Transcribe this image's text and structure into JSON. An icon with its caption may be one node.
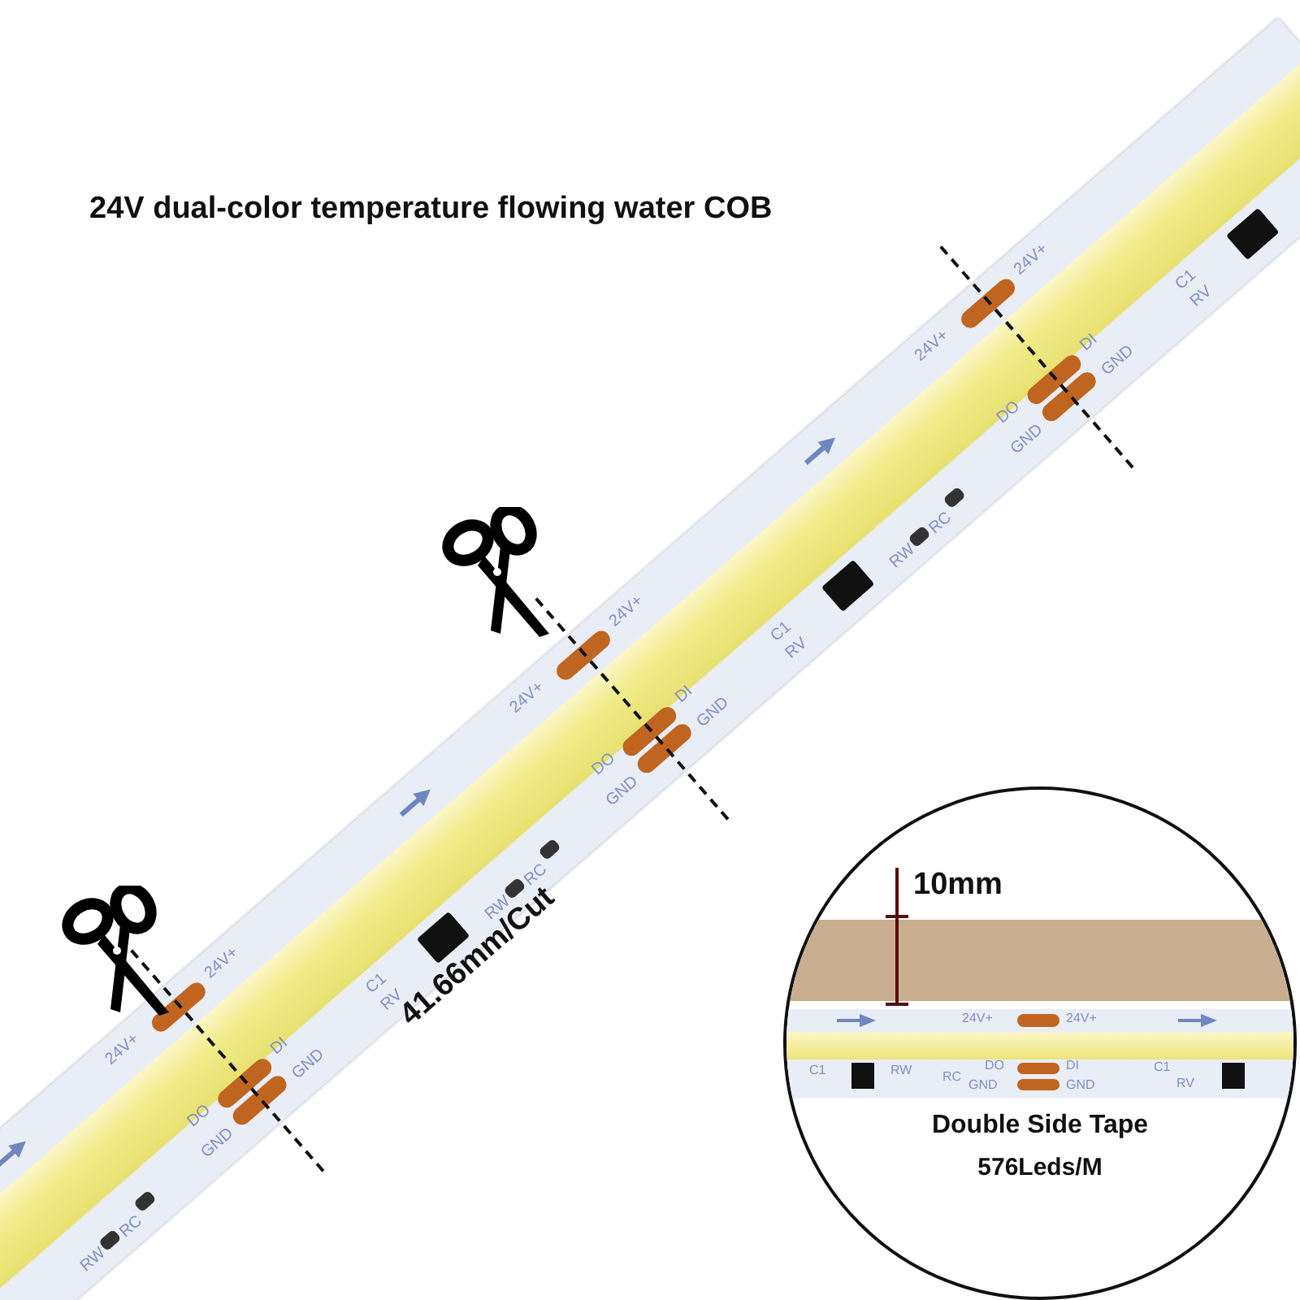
{
  "diagram": {
    "title": "24V dual-color temperature flowing water COB",
    "nodes": [
      {
        "text": [
          "Double Side Tape",
          "576Leds/M"
        ]
      }
    ],
    "labels": [
      "41.66mm/Cut",
      "10mm",
      "24V+",
      "24V+",
      "DO",
      "DI",
      "GND",
      "GND",
      "RW",
      "RC",
      "C1",
      "RV",
      "24V+",
      "24V+",
      "DO",
      "DI",
      "GND",
      "GND",
      "RW",
      "RC",
      "C1",
      "RV",
      "24V+",
      "24V+",
      "DO",
      "DI",
      "GND",
      "GND",
      "RW",
      "RC",
      "C1",
      "RV",
      "24V+",
      "24V+",
      "C1",
      "RW",
      "RC",
      "DO",
      "DI",
      "GND",
      "GND",
      "C1",
      "RV"
    ]
  }
}
